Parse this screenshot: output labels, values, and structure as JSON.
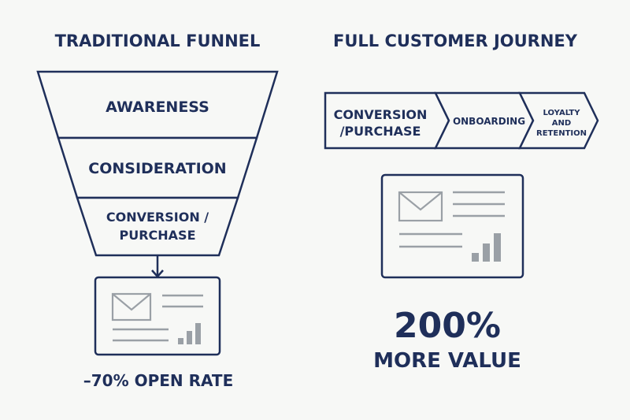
{
  "left": {
    "title": "TRADITIONAL FUNNEL",
    "funnel": {
      "stages": [
        "AWARENESS",
        "CONSIDERATION"
      ],
      "last_stage_line1": "CONVERSION /",
      "last_stage_line2": "PURCHASE"
    },
    "card_icons": [
      "envelope-icon",
      "bar-chart-icon"
    ],
    "stat": "–70% OPEN RATE"
  },
  "right": {
    "title": "FULL CUSTOMER JOURNEY",
    "journey": {
      "step1_line1": "CONVERSION",
      "step1_line2": "/PURCHASE",
      "step2": "ONBOARDING",
      "step3_line1": "LOYALTY",
      "step3_line2": "AND",
      "step3_line3": "RETENTION"
    },
    "card_icons": [
      "envelope-icon",
      "bar-chart-icon"
    ],
    "stat_value": "200%",
    "stat_label": "MORE VALUE"
  },
  "colors": {
    "navy": "#1f2f5a",
    "gray": "#9aa0a6",
    "background": "#f7f8f6"
  }
}
